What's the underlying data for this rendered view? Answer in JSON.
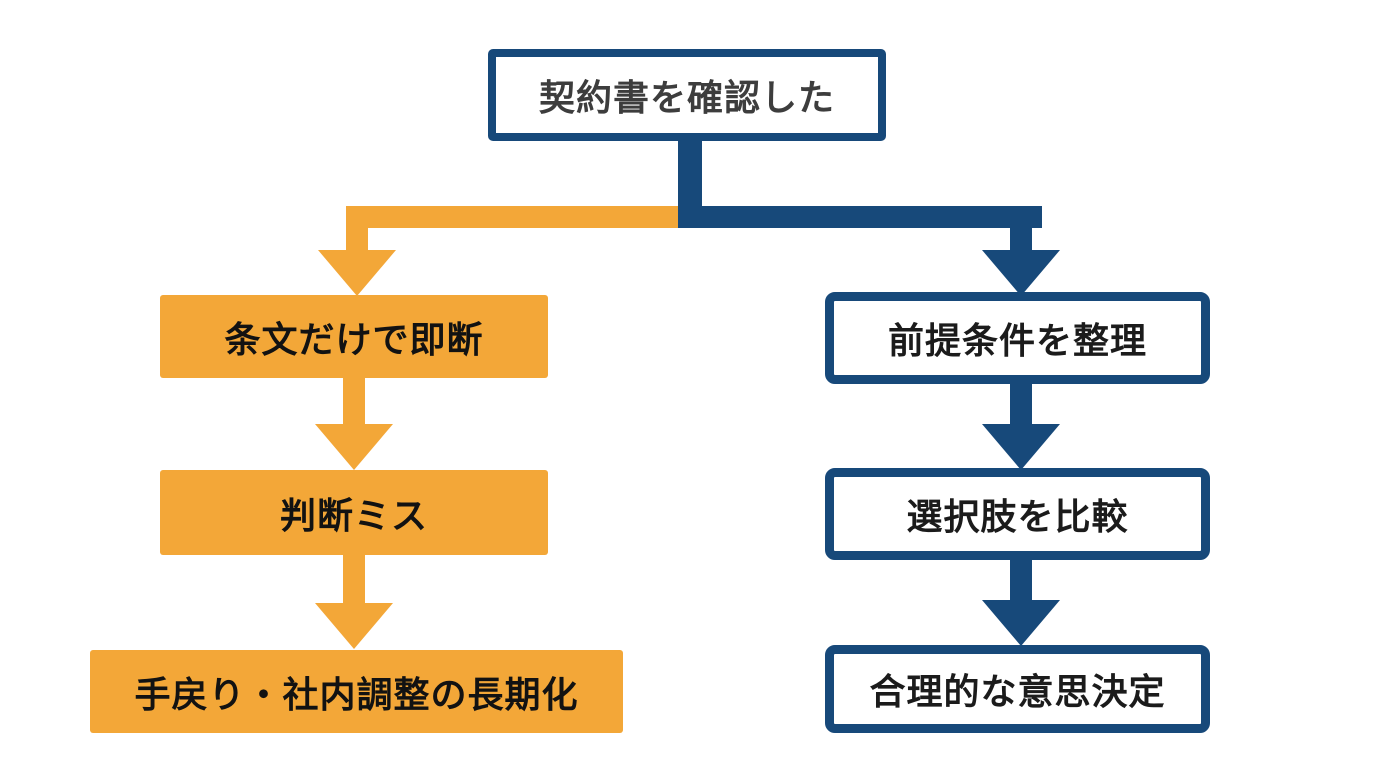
{
  "diagram": {
    "type": "flowchart",
    "start_node": {
      "label": "契約書を確認した"
    },
    "left_branch": {
      "name": "bad-path",
      "accent_color": "#F3A738",
      "nodes": [
        {
          "label": "条文だけで即断"
        },
        {
          "label": "判断ミス"
        },
        {
          "label": "手戻り・社内調整の長期化"
        }
      ]
    },
    "right_branch": {
      "name": "good-path",
      "accent_color": "#17497A",
      "nodes": [
        {
          "label": "前提条件を整理"
        },
        {
          "label": "選択肢を比較"
        },
        {
          "label": "合理的な意思決定"
        }
      ]
    },
    "colors": {
      "orange": "#F3A738",
      "navy": "#17497A",
      "background": "#FFFFFF",
      "text": "#1B1B1B"
    }
  }
}
